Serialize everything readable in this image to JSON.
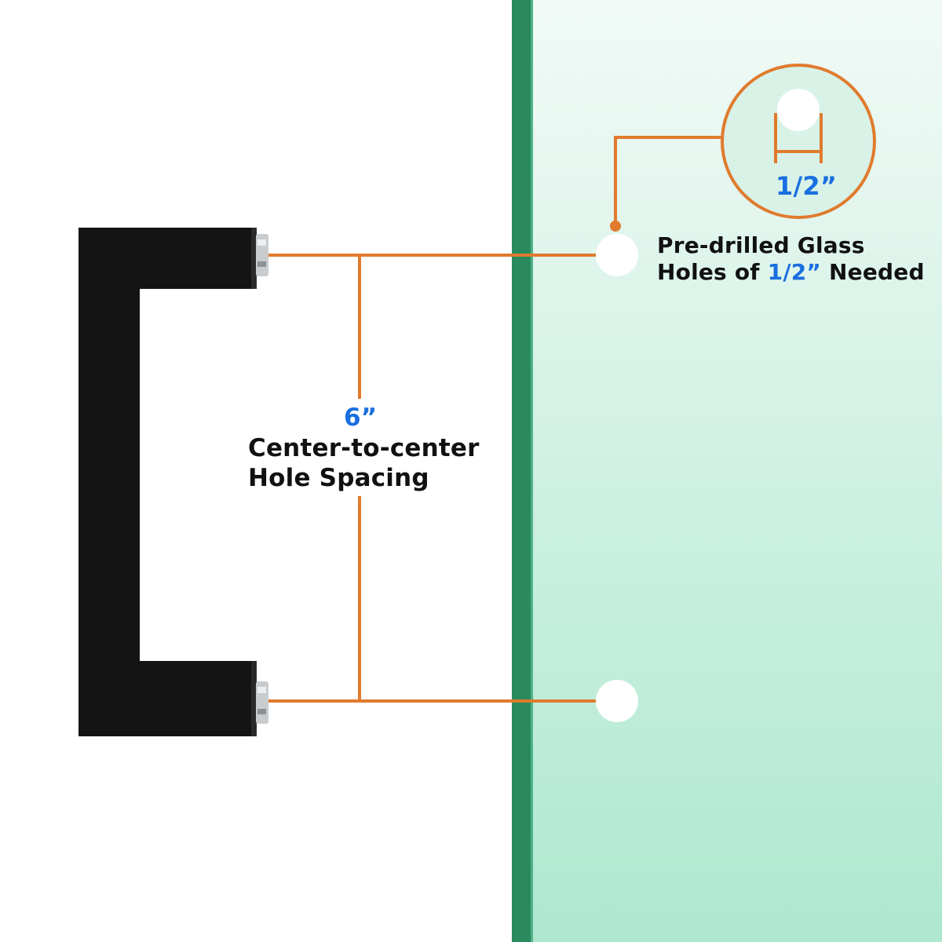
{
  "spacing": {
    "value": "6”",
    "line1": "Center-to-center",
    "line2": "Hole Spacing"
  },
  "glass_holes": {
    "line1": "Pre-drilled Glass",
    "line2_prefix": "Holes of ",
    "line2_value": "1/2”",
    "line2_suffix": " Needed"
  },
  "hole_diameter": {
    "value": "1/2”"
  },
  "colors": {
    "accent_orange": "#e07b2e",
    "value_blue": "#1a6fe0",
    "handle_black": "#141414",
    "glass_edge": "#2a8a5e",
    "glass_top": "#eaf6f1",
    "glass_bottom": "#ade8cf"
  },
  "icons": [
    "handle-image",
    "glass-panel-image",
    "hole-detail-icon"
  ]
}
